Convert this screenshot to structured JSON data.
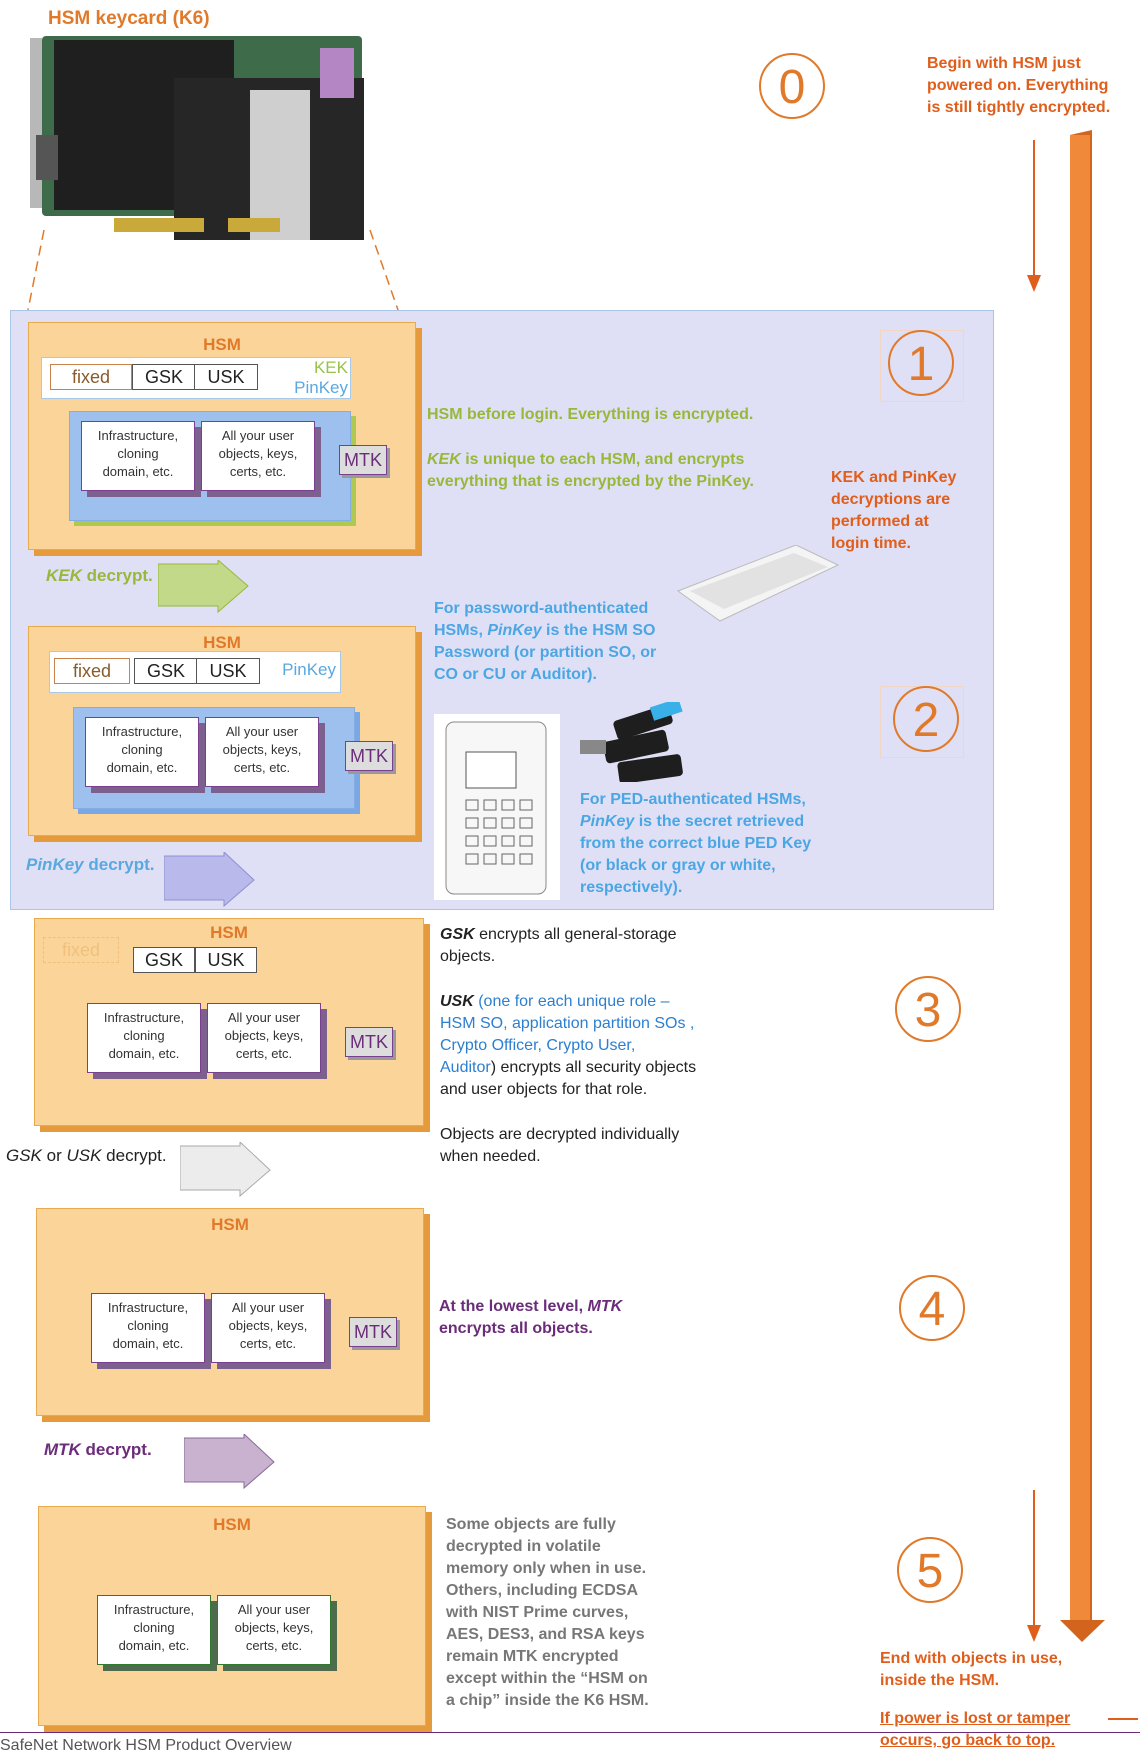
{
  "header": {
    "title": "HSM keycard (K6)"
  },
  "steps": [
    "0",
    "1",
    "2",
    "3",
    "4",
    "5"
  ],
  "notes": {
    "begin": [
      "Begin with HSM just",
      "powered on. Everything",
      "is still tightly encrypted."
    ],
    "login": [
      "KEK and PinKey",
      "decryptions are",
      "performed at",
      "login time."
    ],
    "end": [
      "End with objects  in use,",
      "inside the HSM."
    ],
    "power": [
      "If power is lost or tamper",
      "occurs, go back to top."
    ],
    "s1a": "HSM before login. Everything is encrypted.",
    "s1b_kek": "KEK",
    "s1b_rest": " is unique to each HSM, and encrypts",
    "s1b_line2": "everything that is encrypted by the PinKey.",
    "s2_pw": [
      "For password-authenticated",
      "HSMs, ",
      "PinKey",
      " is the HSM SO",
      "Password (or partition SO, or",
      "CO or CU or Auditor)."
    ],
    "s2_ped": [
      "For PED-authenticated HSMs,",
      "PinKey",
      " is the secret retrieved",
      "from the correct blue PED Key",
      "(or black or gray or white,",
      "respectively)."
    ],
    "s3_gsk_b": "GSK",
    "s3_gsk": " encrypts all general-storage",
    "s3_gsk2": "objects.",
    "s3_usk_b": "USK",
    "s3_usk_blue1": " (one for each unique  role –",
    "s3_usk_blue2": "HSM SO, application partition SOs ,",
    "s3_usk_blue3": "Crypto Officer, Crypto User,",
    "s3_usk_blue4": "Auditor",
    "s3_usk_rest4": ") encrypts all security objects",
    "s3_usk_rest5": "and user objects for that role.",
    "s3_obj1": "Objects are decrypted individually",
    "s3_obj2": "when needed.",
    "s4_a": "At the lowest level, ",
    "s4_mtk": "MTK",
    "s4_b": "encrypts all objects.",
    "s5": [
      "Some objects are fully",
      "decrypted in volatile",
      "memory only when in use.",
      "Others, including ECDSA",
      "with NIST Prime curves,",
      "AES, DES3, and RSA keys",
      "remain MTK encrypted",
      "except within the “HSM on",
      "a chip” inside the K6 HSM."
    ]
  },
  "hsm": {
    "label": "HSM",
    "fixed": "fixed",
    "gsk": "GSK",
    "usk": "USK",
    "kek": "KEK",
    "pinkey": "PinKey",
    "mtk": "MTK",
    "obj_infra": [
      "Infrastructure,",
      "cloning",
      "domain, etc."
    ],
    "obj_user": [
      "All your user",
      "objects, keys,",
      "certs, etc."
    ]
  },
  "decrypt": {
    "kek_i": "KEK",
    "kek_rest": " decrypt.",
    "pin_i": "PinKey",
    "pin_rest": " decrypt.",
    "gsk_i": "GSK",
    "gsk_mid": " or ",
    "usk_i": "USK",
    "gskusk_rest": " decrypt.",
    "mtk_i": "MTK",
    "mtk_rest": " decrypt."
  },
  "footer": "SafeNet Network HSM Product Overview",
  "colors": {
    "accent": "#e07a2a",
    "band": "#dfe0f6",
    "hsm": "#fbd49a"
  }
}
